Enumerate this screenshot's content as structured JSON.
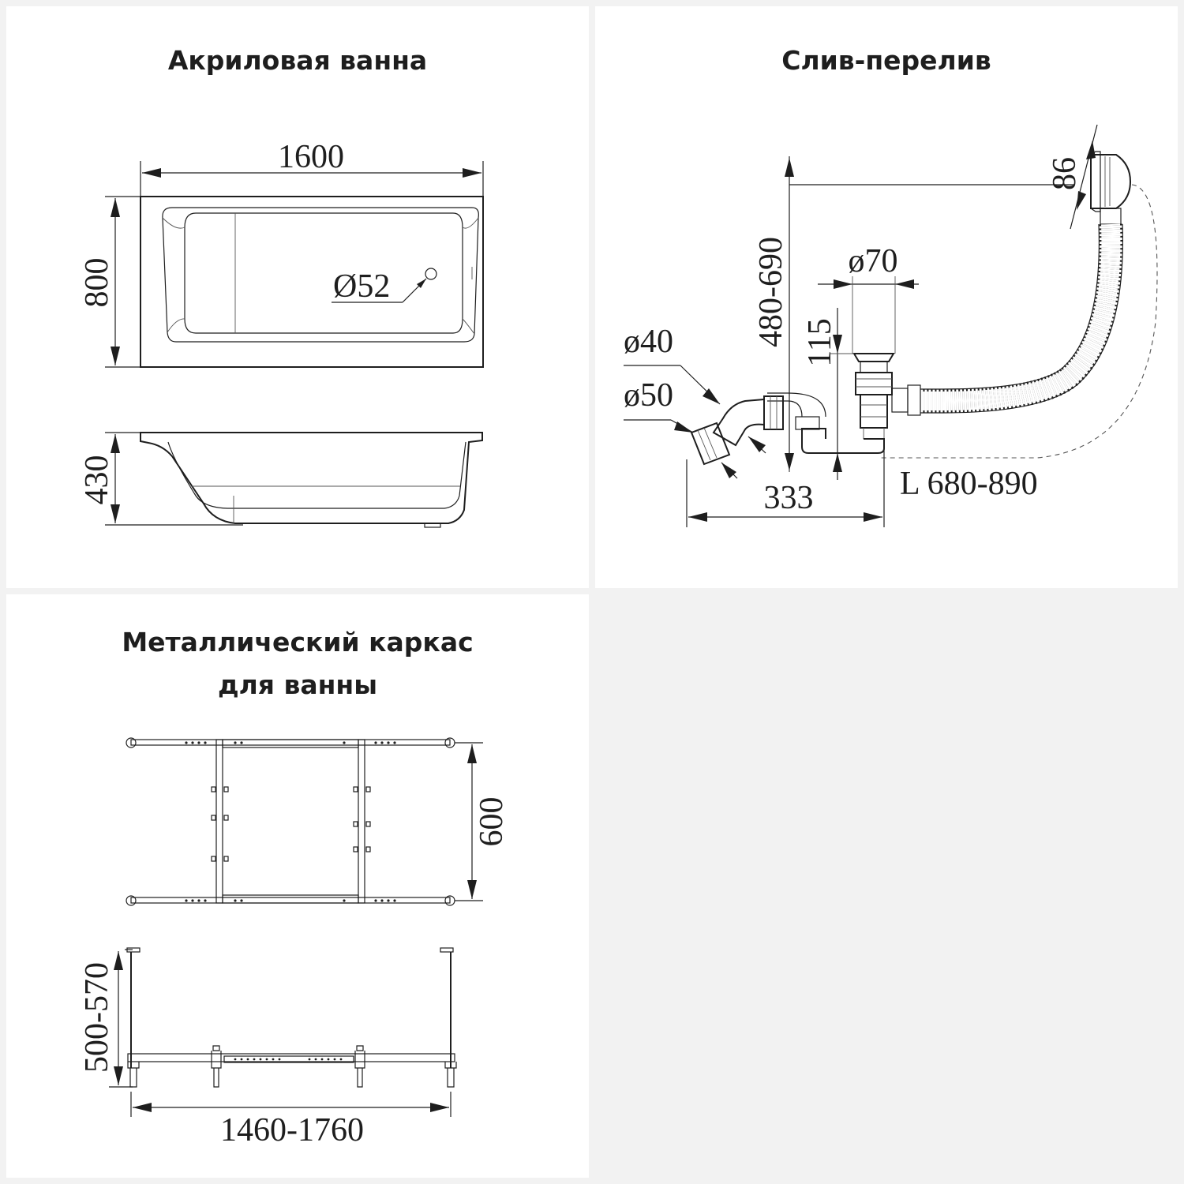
{
  "panels": {
    "bath": {
      "title": "Акриловая ванна",
      "dims": {
        "length": "1600",
        "width": "800",
        "drain": "Ø52",
        "height": "430"
      }
    },
    "drain": {
      "title": "Слив-перелив",
      "dims": {
        "overflow": "86",
        "height_range": "480-690",
        "d70": "ø70",
        "h115": "115",
        "d40": "ø40",
        "d50": "ø50",
        "offset": "333",
        "hose_length": "L 680-890"
      }
    },
    "frame": {
      "title_line1": "Металлический каркас",
      "title_line2": "для ванны",
      "dims": {
        "width": "600",
        "height_range": "500-570",
        "length_range": "1460-1760"
      }
    }
  }
}
